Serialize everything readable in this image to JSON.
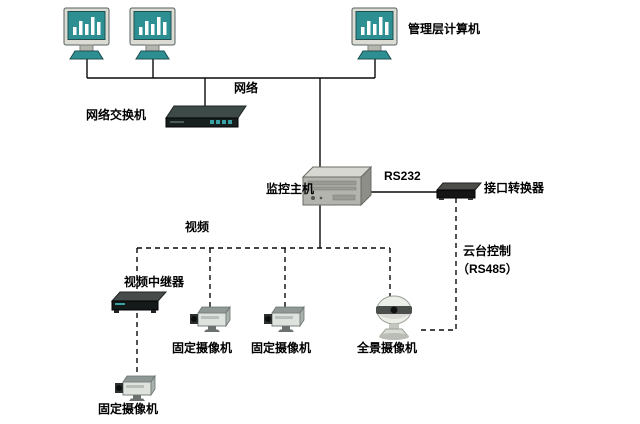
{
  "diagram": {
    "kind": "surveillance-network-topology",
    "labels": {
      "management_computers": "管理层计算机",
      "network": "网络",
      "network_switch": "网络交换机",
      "monitor_host": "监控主机",
      "rs232": "RS232",
      "interface_converter": "接口转换器",
      "video": "视频",
      "ptz_control": "云台控制",
      "rs485": "（RS485）",
      "video_repeater": "视频中继器",
      "fixed_camera": "固定摄像机",
      "panoramic_camera": "全景摄像机"
    },
    "colors": {
      "background": "#ffffff",
      "line": "#0a0a0a",
      "screen_teal": "#2e8f93",
      "device_dark": "#17201f",
      "device_gray": "#b4b4ae"
    },
    "line_styles": {
      "network": "solid",
      "video_and_ptz": "dashed"
    }
  }
}
